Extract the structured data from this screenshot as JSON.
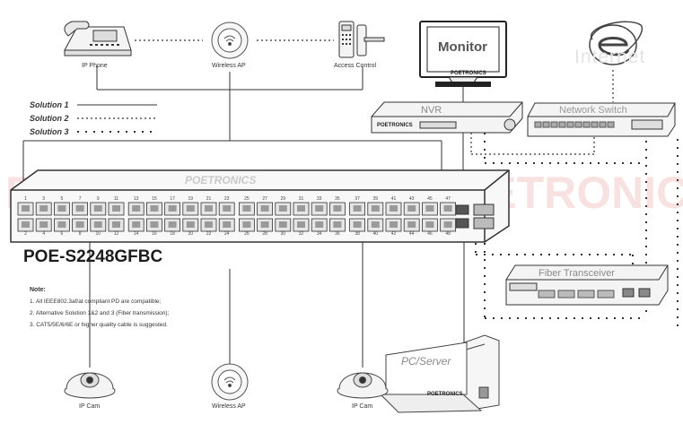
{
  "devices": {
    "ip_phone": "IP Phone",
    "wireless_ap_top": "Wireless AP",
    "access_control": "Access Control",
    "monitor": "Monitor",
    "internet": "Internet",
    "nvr": "NVR",
    "network_switch": "Network Switch",
    "fiber_transceiver": "Fiber Transceiver",
    "pc_server": "PC/Server",
    "ip_cam_left": "IP Cam",
    "wireless_ap_bottom": "Wireless AP",
    "ip_cam_right": "IP Cam"
  },
  "brand": {
    "name": "POETRONICS",
    "watermark": "POETRONICS"
  },
  "switch_model": "POE-S2248GFBC",
  "legend": {
    "solution1": "Solution 1",
    "solution2": "Solution 2",
    "solution3": "Solution 3"
  },
  "notes": {
    "title": "Note:",
    "items": [
      "1. All IEEE802.3af/at compliant PD are compatible;",
      "2. Alternative Solution 1&2 and 3 (Fiber transmission);",
      "3. CAT5/5E/6/6E or higher quality cable is suggested."
    ]
  },
  "port_numbers": {
    "top": [
      "1",
      "3",
      "5",
      "7",
      "9",
      "11",
      "13",
      "15",
      "17",
      "19",
      "21",
      "23",
      "25",
      "27",
      "29",
      "31",
      "33",
      "35",
      "37",
      "39",
      "41",
      "43",
      "45",
      "47"
    ],
    "bottom": [
      "2",
      "4",
      "6",
      "8",
      "10",
      "12",
      "14",
      "16",
      "18",
      "20",
      "22",
      "24",
      "26",
      "28",
      "30",
      "32",
      "34",
      "36",
      "38",
      "40",
      "42",
      "44",
      "46",
      "48"
    ]
  },
  "colors": {
    "watermark": "#f3c9c9",
    "line": "#333333",
    "device_fill": "#f4f4f4"
  }
}
